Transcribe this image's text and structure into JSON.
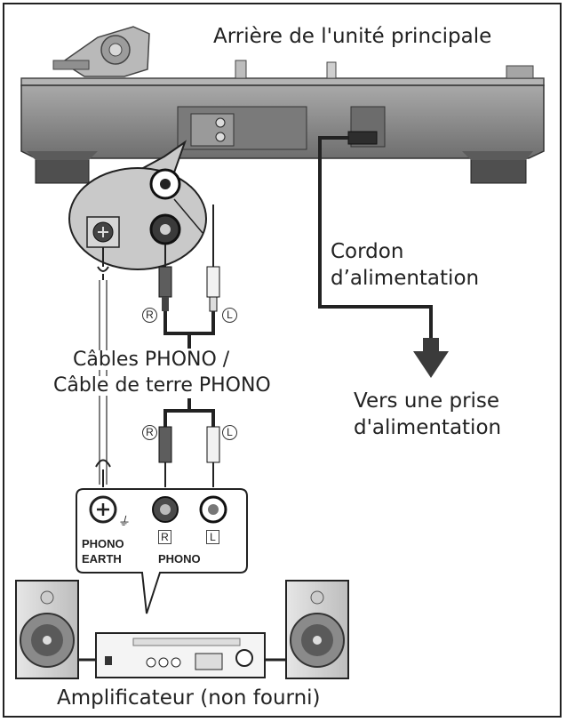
{
  "labels": {
    "main_unit_rear": "Arrière de l'unité principale",
    "power_cord": [
      "Cordon",
      "d’alimentation"
    ],
    "phono_cables": [
      "Câbles PHONO /",
      "Câble de terre PHONO"
    ],
    "to_outlet": [
      "Vers une prise",
      "d'alimentation"
    ],
    "amplifier": "Amplificateur (non fourni)"
  },
  "amp_panel": {
    "phono_earth": [
      "PHONO",
      "EARTH"
    ],
    "phono": "PHONO",
    "right_tag": "R",
    "left_tag": "L"
  },
  "channel_marks": {
    "right": "R",
    "left": "L"
  },
  "colors": {
    "line": "#222222",
    "unit_body": "#8a8a8a",
    "unit_dark": "#5a5a5a",
    "callout_fill": "#c9c9c9"
  }
}
